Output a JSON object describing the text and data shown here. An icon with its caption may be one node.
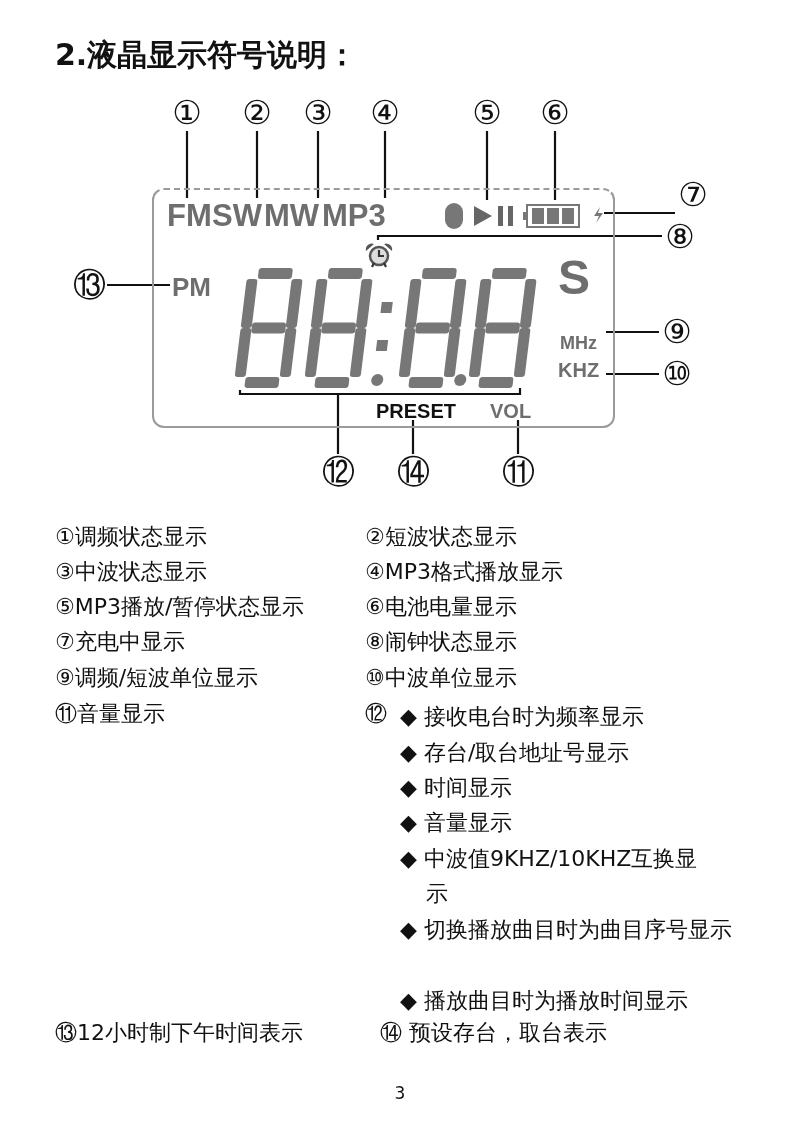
{
  "diagram": {
    "title": "2.液晶显示符号说明：",
    "nodes": [
      {
        "text": [],
        "shape": "box"
      },
      {
        "text": [
          "FM"
        ],
        "in": 0
      },
      {
        "text": [
          "SW"
        ],
        "in": 0
      },
      {
        "text": [
          "MW"
        ],
        "in": 0
      },
      {
        "text": [
          "MP3"
        ],
        "in": 0
      },
      {
        "text": [],
        "shape": "picture",
        "in": 0
      },
      {
        "text": [],
        "shape": "picture",
        "in": 0
      },
      {
        "text": [],
        "shape": "picture",
        "in": 0
      },
      {
        "text": [],
        "shape": "picture",
        "in": 0
      },
      {
        "text": [
          "PM"
        ],
        "in": 0
      },
      {
        "text": [],
        "shape": "picture",
        "in": 0
      },
      {
        "text": [
          "S"
        ],
        "in": 0
      },
      {
        "text": [
          "MHz"
        ],
        "in": 0
      },
      {
        "text": [
          "KHZ"
        ],
        "in": 0
      },
      {
        "text": [
          "PRESET"
        ],
        "in": 0
      },
      {
        "text": [
          "VOL"
        ],
        "in": 0
      },
      {
        "text": [
          "①"
        ]
      },
      {
        "text": [
          "②"
        ]
      },
      {
        "text": [
          "③"
        ]
      },
      {
        "text": [
          "④"
        ]
      },
      {
        "text": [
          "⑤"
        ]
      },
      {
        "text": [
          "⑥"
        ]
      },
      {
        "text": [
          "⑦"
        ]
      },
      {
        "text": [
          "⑧"
        ]
      },
      {
        "text": [
          "⑨"
        ]
      },
      {
        "text": [
          "⑩"
        ]
      },
      {
        "text": [
          "⑪"
        ]
      },
      {
        "text": [
          "⑫"
        ]
      },
      {
        "text": [
          "⑬"
        ]
      },
      {
        "text": [
          "⑭"
        ]
      }
    ],
    "edges": [
      {
        "from": 16,
        "to": 1,
        "arrow": "none"
      },
      {
        "from": 17,
        "to": 2,
        "arrow": "none"
      },
      {
        "from": 18,
        "to": 3,
        "arrow": "none"
      },
      {
        "from": 19,
        "to": 4,
        "arrow": "none"
      },
      {
        "from": 20,
        "to": 5,
        "arrow": "none"
      },
      {
        "from": 21,
        "to": 6,
        "arrow": "none"
      },
      {
        "from": 22,
        "to": 7,
        "arrow": "none"
      },
      {
        "from": 23,
        "to": 8,
        "arrow": "none"
      },
      {
        "from": 24,
        "to": 12,
        "arrow": "none"
      },
      {
        "from": 25,
        "to": 13,
        "arrow": "none"
      },
      {
        "from": 26,
        "to": 15,
        "arrow": "none"
      },
      {
        "from": 27,
        "to": 10,
        "arrow": "none"
      },
      {
        "from": 28,
        "to": 9,
        "arrow": "none"
      },
      {
        "from": 29,
        "to": 14,
        "arrow": "none"
      }
    ],
    "labels": [
      "①调频状态显示",
      "②短波状态显示",
      "③中波状态显示",
      "④MP3格式播放显示",
      "⑤MP3播放/暂停状态显示",
      "⑥电池电量显示",
      "⑦充电中显示",
      "⑧闹钟状态显示",
      "⑨调频/短波单位显示",
      "⑩中波单位显示",
      "⑪音量显示",
      "⑫",
      "◆ 接收电台时为频率显示",
      "◆ 存台/取台地址号显示",
      "◆ 时间显示",
      "◆ 音量显示",
      "◆ 中波值9KHZ/10KHZ互换显示",
      "◆ 切换播放曲目时为曲目序号显示",
      "◆ 播放曲目时为播放时间显示",
      "⑬12小时制下午时间表示",
      "⑭ 预设存台，取台表示",
      "3"
    ]
  }
}
